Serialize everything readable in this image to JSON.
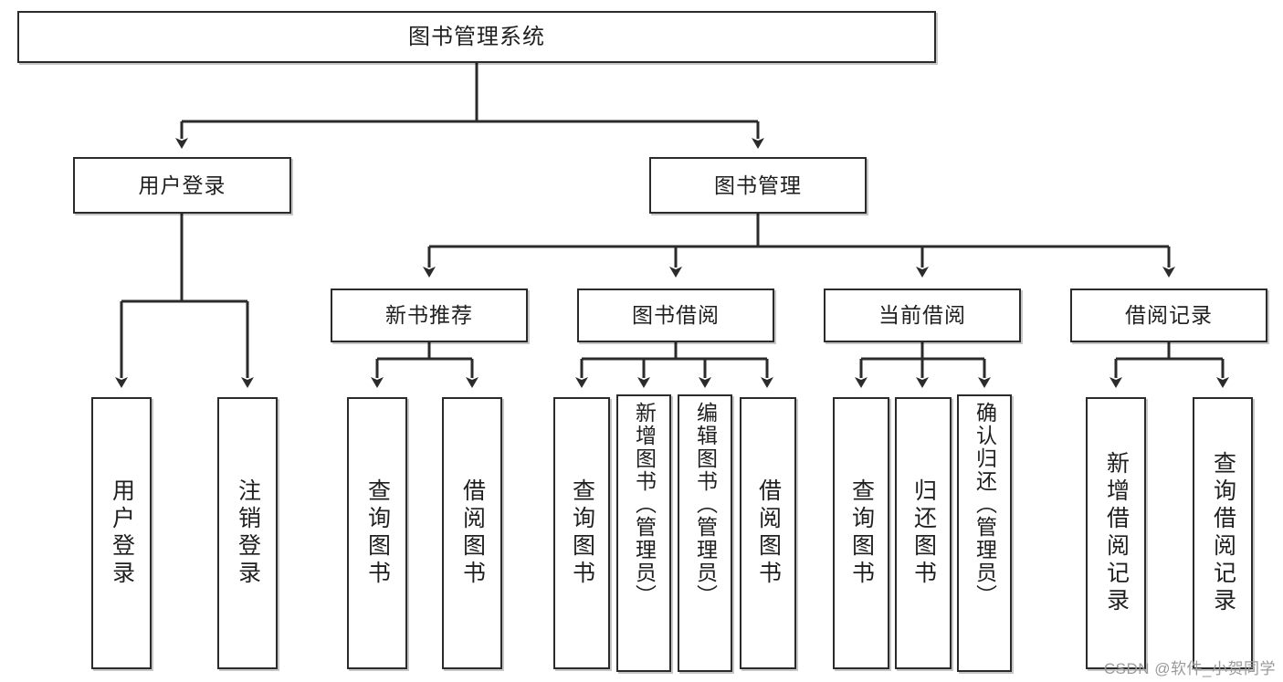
{
  "diagram": {
    "type": "tree",
    "title": "图书管理系统",
    "watermark": "CSDN @软件_小贺同学",
    "colors": {
      "box_border": "#2b2b2b",
      "box_fill": "#ffffff",
      "connector": "#2b2b2b",
      "text": "#1f1f1f",
      "watermark": "#9a9a9a"
    },
    "nodes": {
      "root": {
        "label": "图书管理系统"
      },
      "level2": [
        {
          "label": "用户登录"
        },
        {
          "label": "图书管理"
        }
      ],
      "level3": [
        {
          "label": "新书推荐"
        },
        {
          "label": "图书借阅"
        },
        {
          "label": "当前借阅"
        },
        {
          "label": "借阅记录"
        }
      ],
      "leaves": {
        "user_login": [
          {
            "label": "用户登录"
          },
          {
            "label": "注销登录"
          }
        ],
        "new_book_recommend": [
          {
            "label": "查询图书"
          },
          {
            "label": "借阅图书"
          }
        ],
        "book_borrow": [
          {
            "label": "查询图书"
          },
          {
            "label": "新增图书（管理员）"
          },
          {
            "label": "编辑图书（管理员）"
          },
          {
            "label": "借阅图书"
          }
        ],
        "current_borrow": [
          {
            "label": "查询图书"
          },
          {
            "label": "归还图书"
          },
          {
            "label": "确认归还（管理员）"
          }
        ],
        "borrow_record": [
          {
            "label": "新增借阅记录"
          },
          {
            "label": "查询借阅记录"
          }
        ]
      }
    }
  }
}
